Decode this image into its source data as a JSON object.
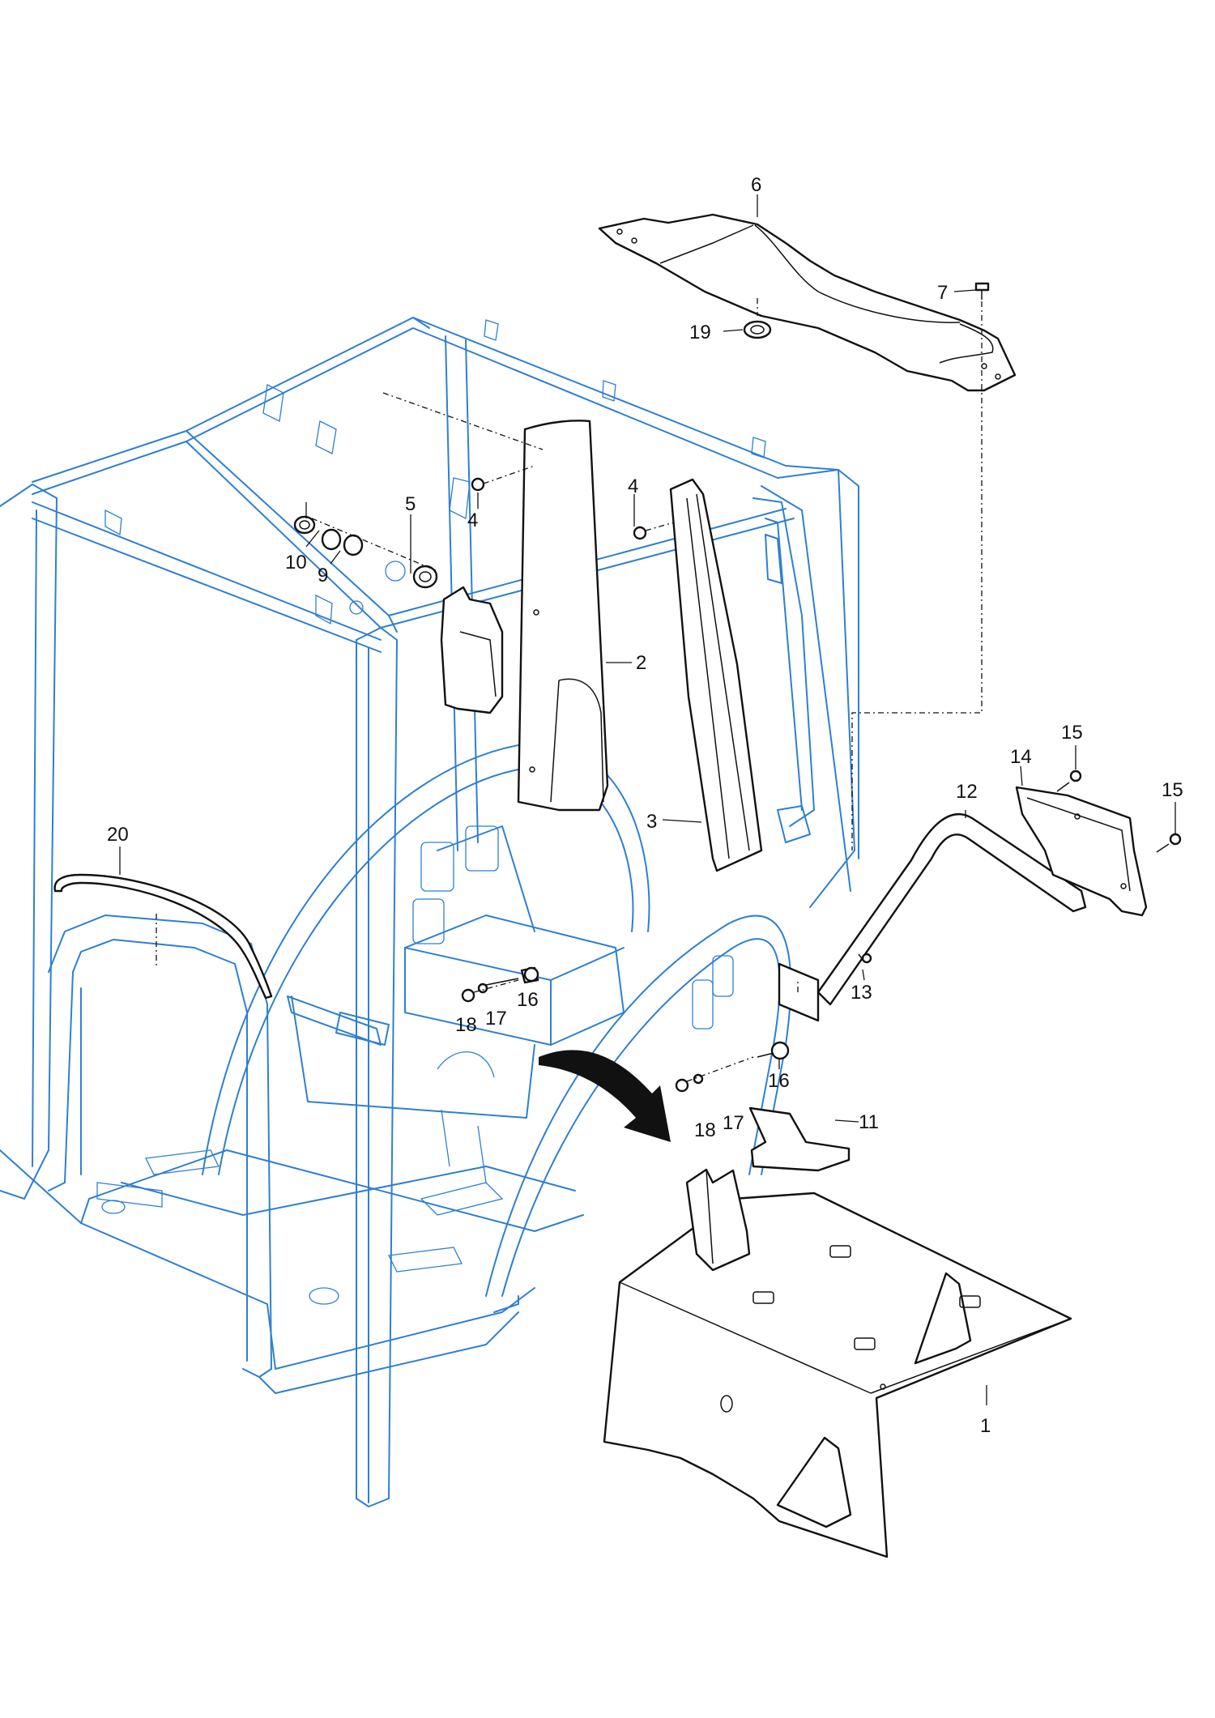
{
  "callouts": {
    "c1": "1",
    "c2": "2",
    "c3": "3",
    "c4a": "4",
    "c4b": "4",
    "c5": "5",
    "c6": "6",
    "c7": "7",
    "c9": "9",
    "c10": "10",
    "c11": "11",
    "c12": "12",
    "c13": "13",
    "c14": "14",
    "c15a": "15",
    "c15b": "15",
    "c16a": "16",
    "c16b": "16",
    "c17a": "17",
    "c17b": "17",
    "c18a": "18",
    "c18b": "18",
    "c19": "19",
    "c20": "20"
  },
  "colors": {
    "cab_frame": "#2f7fd0",
    "parts": "#111111",
    "background": "#ffffff"
  }
}
